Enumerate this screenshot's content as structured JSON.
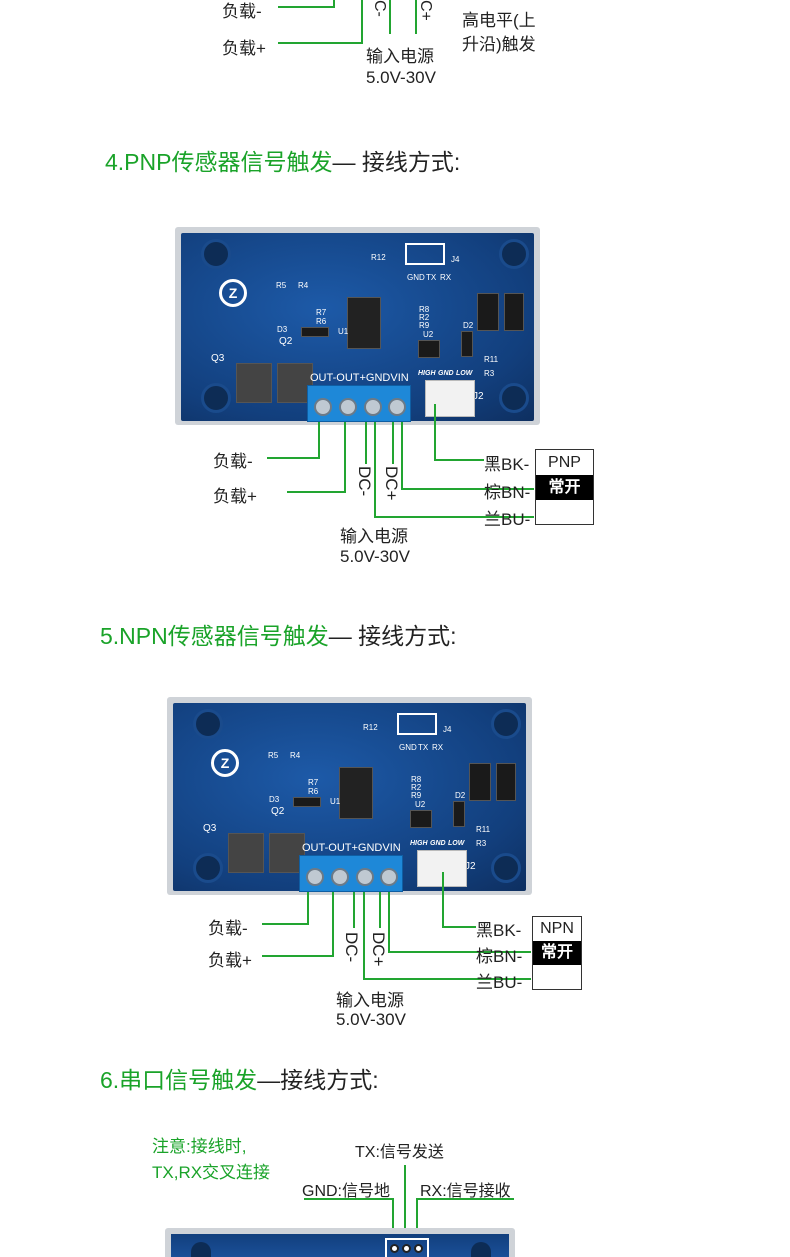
{
  "top": {
    "load_minus": "负载-",
    "load_plus": "负载+",
    "dc_minus": "C-",
    "dc_plus": "C+",
    "power": "输入电源",
    "voltage": "5.0V-30V",
    "trigger_1": "高电平(上",
    "trigger_2": "升沿)触发"
  },
  "board": {
    "j4": "J4",
    "gnd": "GND",
    "tx": "TX",
    "rx": "RX",
    "r12": "R12",
    "r5": "R5",
    "r4": "R4",
    "r7": "R7",
    "r6": "R6",
    "d3": "D3",
    "q2": "Q2",
    "q3": "Q3",
    "u1": "U1",
    "u2": "U2",
    "d2": "D2",
    "r8": "R8",
    "r2": "R2",
    "r9": "R9",
    "r11": "R11",
    "r3": "R3",
    "high": "HIGH",
    "gnd2": "GND",
    "low": "LOW",
    "j2": "J2",
    "terminals": "OUT-OUT+GNDVIN",
    "logo": "Z"
  },
  "s4": {
    "heading_green": "4.PNP传感器信号触发",
    "heading_black": "— 接线方式:",
    "load_minus": "负载-",
    "load_plus": "负载+",
    "dc_minus": "DC-",
    "dc_plus": "DC+",
    "power": "输入电源",
    "voltage": "5.0V-30V",
    "bk": "黑BK-",
    "bn": "棕BN-",
    "bu": "兰BU-",
    "sensor_type": "PNP",
    "sensor_mode": "常开"
  },
  "s5": {
    "heading_green": "5.NPN传感器信号触发",
    "heading_black": "— 接线方式:",
    "load_minus": "负载-",
    "load_plus": "负载+",
    "dc_minus": "DC-",
    "dc_plus": "DC+",
    "power": "输入电源",
    "voltage": "5.0V-30V",
    "bk": "黑BK-",
    "bn": "棕BN-",
    "bu": "兰BU-",
    "sensor_type": "NPN",
    "sensor_mode": "常开"
  },
  "s6": {
    "heading_green": "6.串口信号触发",
    "heading_black": "—接线方式:",
    "note_1": "注意:接线时,",
    "note_2": "TX,RX交叉连接",
    "tx": "TX:信号发送",
    "gnd": "GND:信号地",
    "rx": "RX:信号接收"
  }
}
